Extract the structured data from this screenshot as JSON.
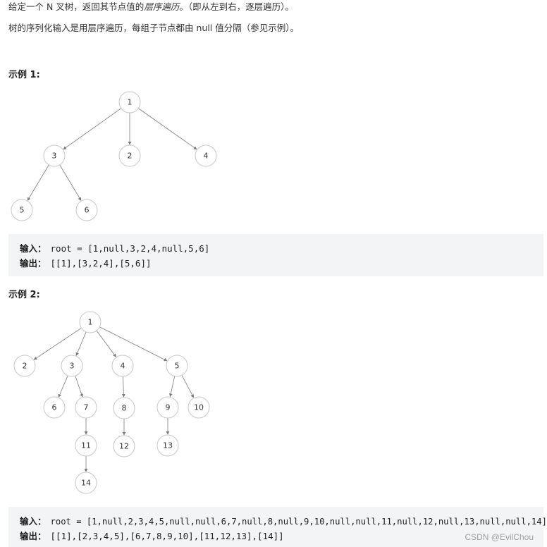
{
  "intro": {
    "line1_prefix": "给定一个 N 叉树，返回其节点值的",
    "line1_emph": "层序遍历",
    "line1_suffix": "。（即从左到右，逐层遍历）。",
    "line2": "树的序列化输入是用层序遍历，每组子节点都由 null 值分隔（参见示例）。"
  },
  "example1": {
    "heading": "示例 1:",
    "tree_nodes": [
      {
        "id": "n1",
        "label": "1"
      },
      {
        "id": "n3",
        "label": "3"
      },
      {
        "id": "n2",
        "label": "2"
      },
      {
        "id": "n4",
        "label": "4"
      },
      {
        "id": "n5",
        "label": "5"
      },
      {
        "id": "n6",
        "label": "6"
      }
    ],
    "tree_edges": [
      [
        "n1",
        "n3"
      ],
      [
        "n1",
        "n2"
      ],
      [
        "n1",
        "n4"
      ],
      [
        "n3",
        "n5"
      ],
      [
        "n3",
        "n6"
      ]
    ],
    "input_label": "输入：",
    "input_value": "root = [1,null,3,2,4,null,5,6]",
    "output_label": "输出：",
    "output_value": "[[1],[3,2,4],[5,6]]"
  },
  "example2": {
    "heading": "示例 2:",
    "tree_nodes": [
      {
        "id": "m1",
        "label": "1"
      },
      {
        "id": "m2",
        "label": "2"
      },
      {
        "id": "m3",
        "label": "3"
      },
      {
        "id": "m4",
        "label": "4"
      },
      {
        "id": "m5",
        "label": "5"
      },
      {
        "id": "m6",
        "label": "6"
      },
      {
        "id": "m7",
        "label": "7"
      },
      {
        "id": "m8",
        "label": "8"
      },
      {
        "id": "m9",
        "label": "9"
      },
      {
        "id": "m10",
        "label": "10"
      },
      {
        "id": "m11",
        "label": "11"
      },
      {
        "id": "m12",
        "label": "12"
      },
      {
        "id": "m13",
        "label": "13"
      },
      {
        "id": "m14",
        "label": "14"
      }
    ],
    "tree_edges": [
      [
        "m1",
        "m2"
      ],
      [
        "m1",
        "m3"
      ],
      [
        "m1",
        "m4"
      ],
      [
        "m1",
        "m5"
      ],
      [
        "m3",
        "m6"
      ],
      [
        "m3",
        "m7"
      ],
      [
        "m4",
        "m8"
      ],
      [
        "m5",
        "m9"
      ],
      [
        "m5",
        "m10"
      ],
      [
        "m7",
        "m11"
      ],
      [
        "m8",
        "m12"
      ],
      [
        "m9",
        "m13"
      ],
      [
        "m11",
        "m14"
      ]
    ],
    "input_label": "输入：",
    "input_value": "root = [1,null,2,3,4,5,null,null,6,7,null,8,null,9,10,null,null,11,null,12,null,13,null,null,14]",
    "output_label": "输出：",
    "output_value": "[[1],[2,3,4,5],[6,7,8,9,10],[11,12,13],[14]]"
  },
  "watermark": "CSDN @EvilChou"
}
